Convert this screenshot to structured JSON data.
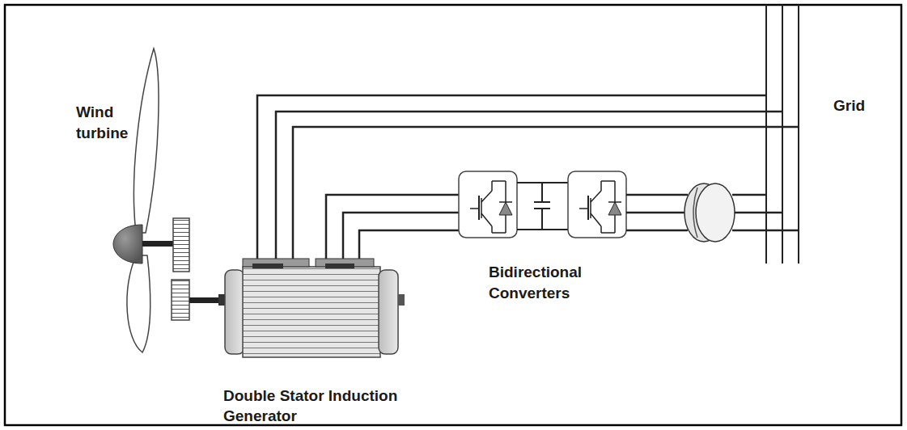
{
  "diagram": {
    "labels": [
      "Wind turbine",
      "Grid",
      "Bidirectional Converters",
      "Double Stator Induction Generator"
    ]
  }
}
